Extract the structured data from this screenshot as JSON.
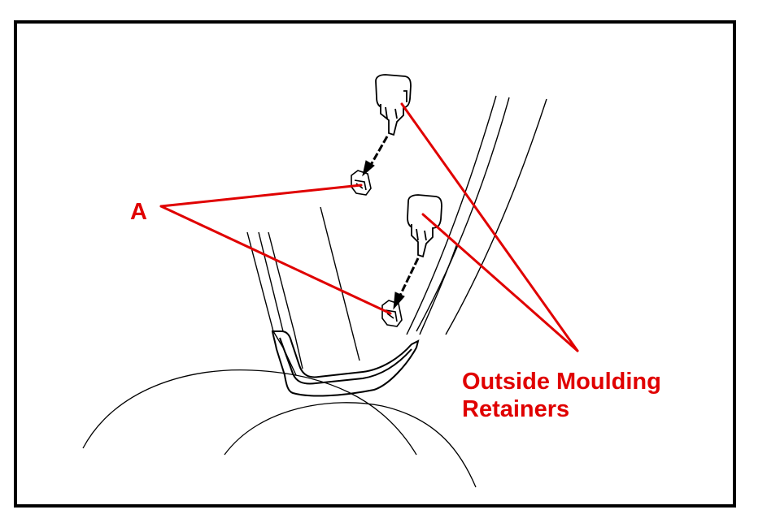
{
  "labels": {
    "a": "A",
    "retainers_line1": "Outside Moulding",
    "retainers_line2": "Retainers"
  },
  "colors": {
    "callout": "#e00000",
    "line_art": "#000000",
    "background": "#ffffff"
  }
}
